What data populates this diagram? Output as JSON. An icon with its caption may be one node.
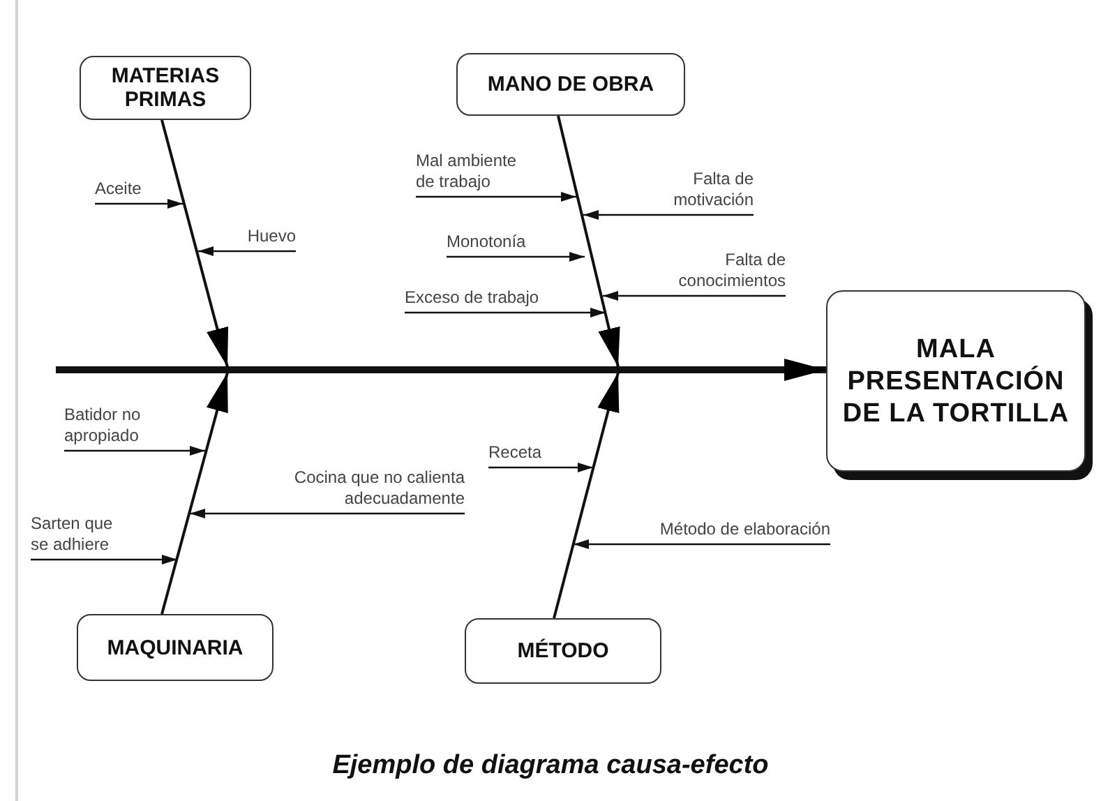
{
  "diagram": {
    "caption": "Ejemplo de diagrama causa-efecto",
    "nodes": [
      {
        "text": [
          "MATERIAS PRIMAS"
        ]
      },
      {
        "text": [
          "MANO DE OBRA"
        ]
      },
      {
        "text": [
          "Aceite"
        ]
      },
      {
        "text": [
          "Huevo"
        ]
      },
      {
        "text": [
          "Mal ambiente de trabajo"
        ]
      },
      {
        "text": [
          "Falta de motivación"
        ]
      },
      {
        "text": [
          "Monotonía"
        ]
      },
      {
        "text": [
          "Falta de conocimientos"
        ]
      },
      {
        "text": [
          "Exceso de trabajo"
        ]
      },
      {
        "text": [
          "MALA PRESENTACIÓN DE LA TORTILLA"
        ]
      },
      {
        "text": [
          "Batidor no apropiado"
        ]
      },
      {
        "text": [
          "Cocina que no calienta adecuadamente"
        ]
      },
      {
        "text": [
          "Receta"
        ]
      },
      {
        "text": [
          "Sarten que se adhiere"
        ]
      },
      {
        "text": [
          "Método de elaboración"
        ]
      },
      {
        "text": [
          "MAQUINARIA"
        ]
      },
      {
        "text": [
          "MÉTODO"
        ]
      }
    ],
    "edges": [
      {
        "from": null,
        "to": 9,
        "arrow": "to",
        "style": "thick"
      },
      {
        "from": 0,
        "to": null,
        "arrow": "to"
      },
      {
        "from": 1,
        "to": null,
        "arrow": "to"
      },
      {
        "from": 15,
        "to": null,
        "arrow": "to"
      },
      {
        "from": 16,
        "to": null,
        "arrow": "to"
      },
      {
        "from": 2,
        "to": null,
        "arrow": "to"
      },
      {
        "from": 3,
        "to": null,
        "arrow": "to"
      },
      {
        "from": 4,
        "to": null,
        "arrow": "to"
      },
      {
        "from": 5,
        "to": null,
        "arrow": "to"
      },
      {
        "from": 6,
        "to": null,
        "arrow": "to"
      },
      {
        "from": 7,
        "to": null,
        "arrow": "to"
      },
      {
        "from": 8,
        "to": null,
        "arrow": "to"
      },
      {
        "from": 10,
        "to": null,
        "arrow": "to"
      },
      {
        "from": 11,
        "to": null,
        "arrow": "to"
      },
      {
        "from": 13,
        "to": null,
        "arrow": "to"
      },
      {
        "from": 12,
        "to": null,
        "arrow": "to"
      },
      {
        "from": 14,
        "to": null,
        "arrow": "to"
      }
    ]
  }
}
